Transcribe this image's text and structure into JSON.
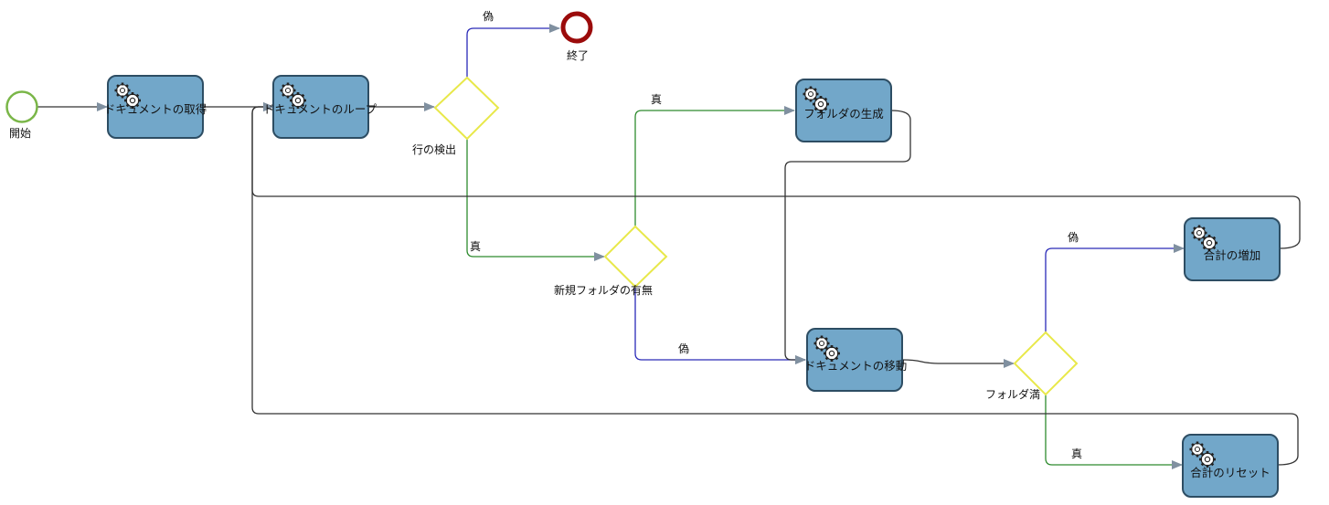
{
  "colors": {
    "task_fill": "#72a7c9",
    "task_stroke": "#2d4d63",
    "start_event": "#7ab648",
    "end_event": "#9b0b0b",
    "gateway": "#e8e84a",
    "flow_default": "#333333",
    "flow_true": "#2e8b2e",
    "flow_false": "#2a2ab8",
    "arrow_head": "#8090a0"
  },
  "events": {
    "start": {
      "label": "開始",
      "icon": "circle-start-icon"
    },
    "end": {
      "label": "終了",
      "icon": "circle-end-icon"
    }
  },
  "tasks": {
    "get_document": {
      "label": "ドキュメントの取得",
      "icon": "gear-icon"
    },
    "document_loop": {
      "label": "ドキュメントのループ",
      "icon": "gear-icon"
    },
    "create_folder": {
      "label": "フォルダの生成",
      "icon": "gear-icon"
    },
    "move_document": {
      "label": "ドキュメントの移動",
      "icon": "gear-icon"
    },
    "increment_total": {
      "label": "合計の増加",
      "icon": "gear-icon"
    },
    "reset_total": {
      "label": "合計のリセット",
      "icon": "gear-icon"
    }
  },
  "gateways": {
    "row_detect": {
      "label": "行の検出"
    },
    "new_folder": {
      "label": "新規フォルダの有無"
    },
    "folder_full": {
      "label": "フォルダ満"
    }
  },
  "edge_labels": {
    "row_false": "偽",
    "row_true": "真",
    "new_true": "真",
    "new_false": "偽",
    "full_false": "偽",
    "full_true": "真"
  }
}
